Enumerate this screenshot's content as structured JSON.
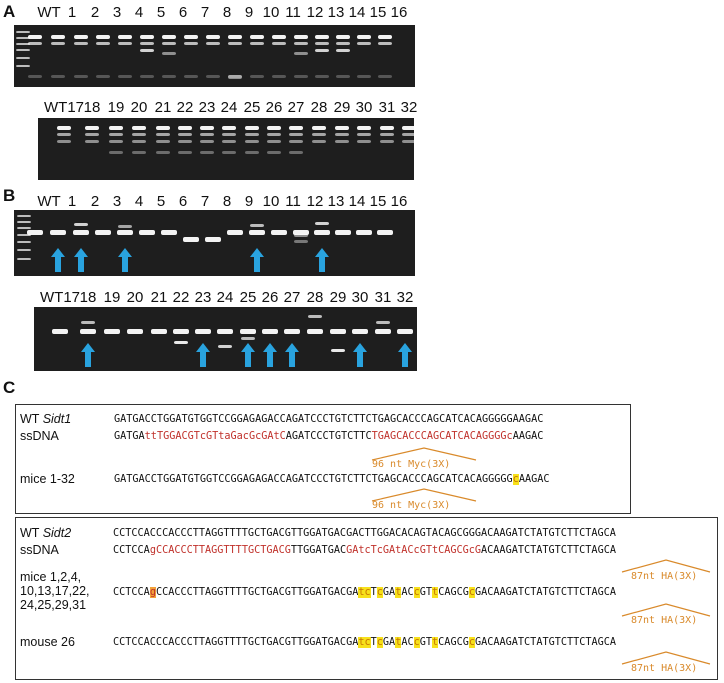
{
  "panel_a": {
    "letter": "A",
    "row1_labels": [
      "WT",
      "1",
      "2",
      "3",
      "4",
      "5",
      "6",
      "7",
      "8",
      "9",
      "10",
      "11",
      "12",
      "13",
      "14",
      "15",
      "16"
    ],
    "row2_labels": [
      "WT17",
      "18",
      "19",
      "20",
      "21",
      "22",
      "23",
      "24",
      "25",
      "26",
      "27",
      "28",
      "29",
      "30",
      "31",
      "32"
    ]
  },
  "panel_b": {
    "letter": "B",
    "row1_labels": [
      "WT",
      "1",
      "2",
      "3",
      "4",
      "5",
      "6",
      "7",
      "8",
      "9",
      "10",
      "11",
      "12",
      "13",
      "14",
      "15",
      "16"
    ],
    "row2_labels": [
      "WT17",
      "18",
      "19",
      "20",
      "21",
      "22",
      "23",
      "24",
      "25",
      "26",
      "27",
      "28",
      "29",
      "30",
      "31",
      "32"
    ]
  },
  "panel_c": {
    "letter": "C",
    "box1": {
      "wt_label_prefix": "WT ",
      "wt_label_gene": "Sidt1",
      "ssdna_label": "ssDNA",
      "mice_label": "mice 1-32",
      "wt_seq": "GATGACCTGGATGTGGTCCGGAGAGACCAGATCCCTGTCTTCTGAGCACCCAGCATCACAGGGGGAAGAC",
      "ssdna_seq": [
        {
          "t": "GATGA",
          "c": "k"
        },
        {
          "t": "ttTGGACGTcGTtaGacGcGAtC",
          "c": "r"
        },
        {
          "t": "AGATCCCTGTCTTC",
          "c": "k"
        },
        {
          "t": "TGAGCACCCAGCATCACAGGGGc",
          "c": "r"
        },
        {
          "t": "AAGAC",
          "c": "k"
        }
      ],
      "mice_seq": [
        {
          "t": "GATGACCTGGATGTGGTCCGGAGAGACCAGATCCCTGTCTTCTGAGCACCCAGCATCACAGGGGG",
          "c": "k"
        },
        {
          "t": "c",
          "c": "hl"
        },
        {
          "t": "AAGAC",
          "c": "k"
        }
      ],
      "annotation": "96 nt Myc(3X)"
    },
    "box2": {
      "wt_label_prefix": "WT ",
      "wt_label_gene": "Sidt2",
      "ssdna_label": "ssDNA",
      "mice_label_lines": [
        "mice 1,2,4,",
        "10,13,17,22,",
        "24,25,29,31"
      ],
      "mouse26_label": "mouse 26",
      "wt_seq": "CCTCCACCCACCCTTAGGTTTTGCTGACGTTGGATGACGACTTGGACACAGTACAGCGGGACAAGATCTATGTCTTCTAGCA",
      "ssdna_seq": [
        {
          "t": "CCTCCA",
          "c": "k"
        },
        {
          "t": "gCCACCCTTAGGTTTTGCTGACG",
          "c": "r"
        },
        {
          "t": "TTGGATGAC",
          "c": "k"
        },
        {
          "t": "GAtcTcGAtACcGTtCAGCGcG",
          "c": "r"
        },
        {
          "t": "ACAAGATCTATGTCTTCTAGCA",
          "c": "k"
        }
      ],
      "mice_seq": [
        {
          "t": "CCTCCA",
          "c": "k"
        },
        {
          "t": "g",
          "c": "hlr"
        },
        {
          "t": "CCACCCTTAGGTTTTGCTGACGTTGGATGACGA",
          "c": "k"
        },
        {
          "t": "tc",
          "c": "hl"
        },
        {
          "t": "T",
          "c": "k"
        },
        {
          "t": "c",
          "c": "hl"
        },
        {
          "t": "GA",
          "c": "k"
        },
        {
          "t": "t",
          "c": "hl"
        },
        {
          "t": "AC",
          "c": "k"
        },
        {
          "t": "c",
          "c": "hl"
        },
        {
          "t": "GT",
          "c": "k"
        },
        {
          "t": "t",
          "c": "hl"
        },
        {
          "t": "CAGCG",
          "c": "k"
        },
        {
          "t": "c",
          "c": "hl"
        },
        {
          "t": "GACAAGATCTATGTCTTCTAGCA",
          "c": "k"
        }
      ],
      "mouse26_seq": [
        {
          "t": "CCTCCACCCACCCTTAGGTTTTGCTGACGTTGGATGACGA",
          "c": "k"
        },
        {
          "t": "tc",
          "c": "hl"
        },
        {
          "t": "T",
          "c": "k"
        },
        {
          "t": "c",
          "c": "hl"
        },
        {
          "t": "GA",
          "c": "k"
        },
        {
          "t": "t",
          "c": "hl"
        },
        {
          "t": "AC",
          "c": "k"
        },
        {
          "t": "c",
          "c": "hl"
        },
        {
          "t": "GT",
          "c": "k"
        },
        {
          "t": "t",
          "c": "hl"
        },
        {
          "t": "CAGCG",
          "c": "k"
        },
        {
          "t": "c",
          "c": "hl"
        },
        {
          "t": "GACAAGATCTATGTCTTCTAGCA",
          "c": "k"
        }
      ],
      "annotation": "87nt HA(3X)"
    }
  },
  "colors": {
    "arrow": "#29a3df",
    "annotation": "#d98a2b",
    "mutant_red": "#c0312b",
    "highlight": "#f7e11b"
  }
}
